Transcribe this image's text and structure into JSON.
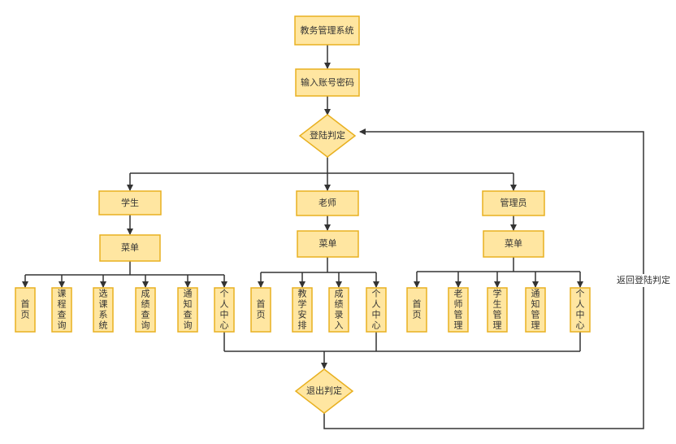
{
  "colors": {
    "box_fill": "#ffe6a1",
    "box_stroke": "#e8b020",
    "line": "#333333",
    "text": "#333333"
  },
  "nodes": {
    "system": "教务管理系统",
    "login_input": "输入账号密码",
    "login_check": "登陆判定",
    "student": "学生",
    "teacher": "老师",
    "admin": "管理员",
    "student_menu": "菜单",
    "teacher_menu": "菜单",
    "admin_menu": "菜单",
    "logout_check": "退出判定"
  },
  "student_items": [
    "首页",
    "课程查询",
    "选课系统",
    "成绩查询",
    "通知查询",
    "个人中心"
  ],
  "teacher_items": [
    "首页",
    "教学安排",
    "成绩录入",
    "个人中心"
  ],
  "admin_items": [
    "首页",
    "老师管理",
    "学生管理",
    "通知管理",
    "个人中心"
  ],
  "labels": {
    "return_login": "返回登陆判定"
  }
}
